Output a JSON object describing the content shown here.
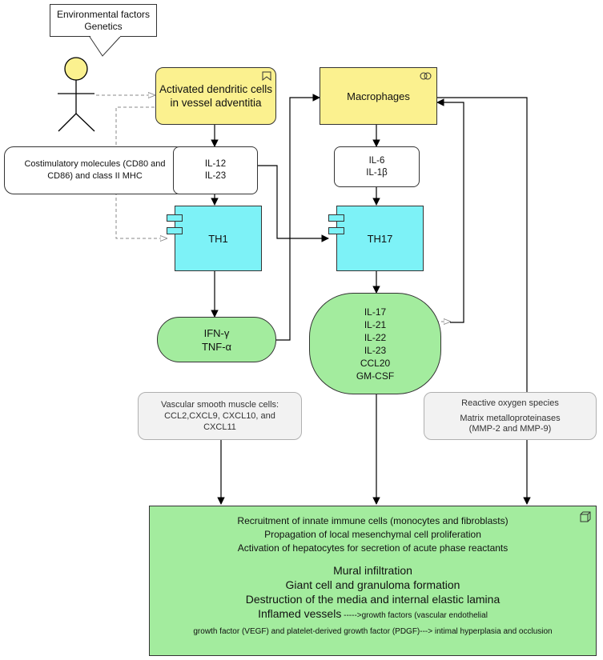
{
  "callout": {
    "lines": [
      "Environmental factors",
      "Genetics"
    ]
  },
  "actor": {
    "icon": "stick-figure-icon"
  },
  "costim": {
    "lines": [
      "Costimulatory molecules (CD80 and",
      "CD86) and class II MHC"
    ]
  },
  "dendritic": {
    "lines": [
      "Activated dendritic cells",
      "in vessel adventitia"
    ],
    "icon": "bookmark-icon"
  },
  "macrophages": {
    "label": "Macrophages",
    "icon": "interaction-circles-icon"
  },
  "il12": {
    "lines": [
      "IL-12",
      "IL-23"
    ]
  },
  "il6": {
    "lines": [
      "IL-6",
      "IL-1β"
    ]
  },
  "th1": {
    "label": "TH1",
    "icon": "component-icon"
  },
  "th17": {
    "label": "TH17",
    "icon": "component-icon"
  },
  "ifn": {
    "lines": [
      "IFN-γ",
      "TNF-α"
    ]
  },
  "il17": {
    "lines": [
      "IL-17",
      "IL-21",
      "IL-22",
      "IL-23",
      "CCL20",
      "GM-CSF"
    ]
  },
  "vsmc": {
    "lines": [
      "Vascular smooth muscle cells:",
      "CCL2,CXCL9, CXCL10, and",
      "CXCL11"
    ]
  },
  "ros": {
    "lines": [
      "Reactive oxygen species",
      "",
      "Matrix metalloproteinases",
      "(MMP-2 and MMP-9)"
    ]
  },
  "outcome": {
    "icon": "node-cube-icon",
    "lines_small": [
      "Recruitment of innate immune cells (monocytes and fibroblasts)",
      "Propagation of local mesenchymal cell proliferation",
      "Activation of hepatocytes for secretion of acute phase reactants"
    ],
    "lines_large": [
      "Mural infiltration",
      "Giant cell and granuloma formation",
      "Destruction of the media and internal elastic lamina"
    ],
    "inflamed_main": "Inflamed vessels",
    "inflamed_tail": " ----->growth factors (vascular endothelial",
    "last_line": "growth factor (VEGF) and platelet-derived growth factor (PDGF)---> intimal hyperplasia and occlusion"
  },
  "colors": {
    "yellow": "#fbf18f",
    "cyan": "#7df2f7",
    "green": "#a3ec9e",
    "grey": "#f2f2f2"
  }
}
